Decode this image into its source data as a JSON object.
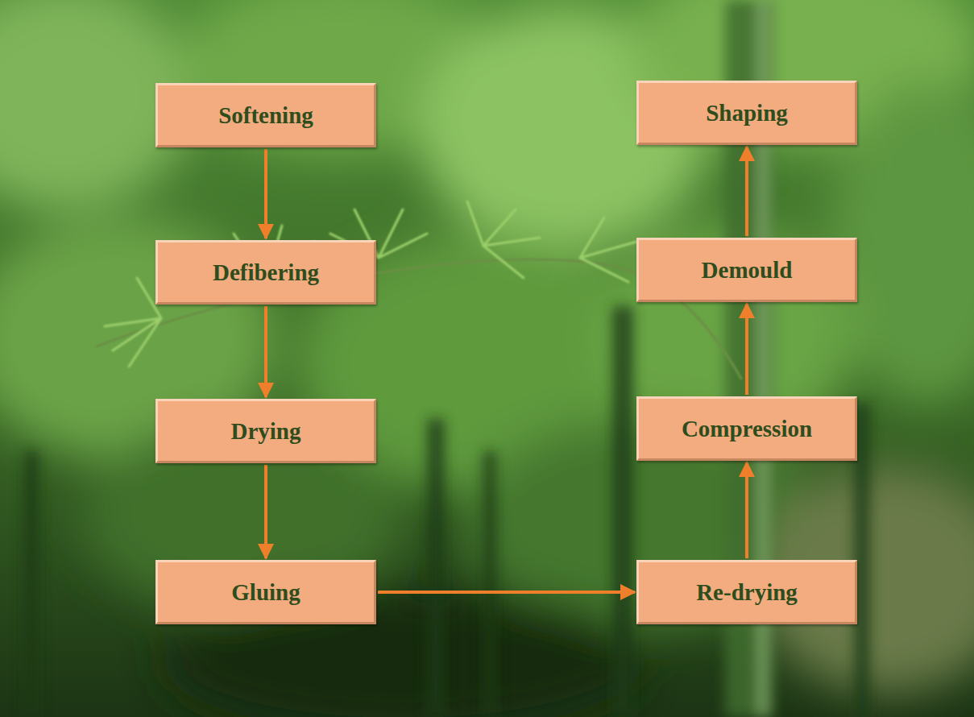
{
  "diagram": {
    "nodes": [
      {
        "text": [
          "Softening"
        ]
      },
      {
        "text": [
          "Defibering"
        ]
      },
      {
        "text": [
          "Drying"
        ]
      },
      {
        "text": [
          "Gluing"
        ]
      },
      {
        "text": [
          "Re-drying"
        ]
      },
      {
        "text": [
          "Compression"
        ]
      },
      {
        "text": [
          "Demould"
        ]
      },
      {
        "text": [
          "Shaping"
        ]
      }
    ],
    "edges": [
      {
        "from": 0,
        "to": 1,
        "arrow": "to"
      },
      {
        "from": 1,
        "to": 2,
        "arrow": "to"
      },
      {
        "from": 2,
        "to": 3,
        "arrow": "to"
      },
      {
        "from": 3,
        "to": 4,
        "arrow": "to"
      },
      {
        "from": 4,
        "to": 5,
        "arrow": "to"
      },
      {
        "from": 5,
        "to": 6,
        "arrow": "to"
      },
      {
        "from": 6,
        "to": 7,
        "arrow": "to"
      }
    ]
  }
}
